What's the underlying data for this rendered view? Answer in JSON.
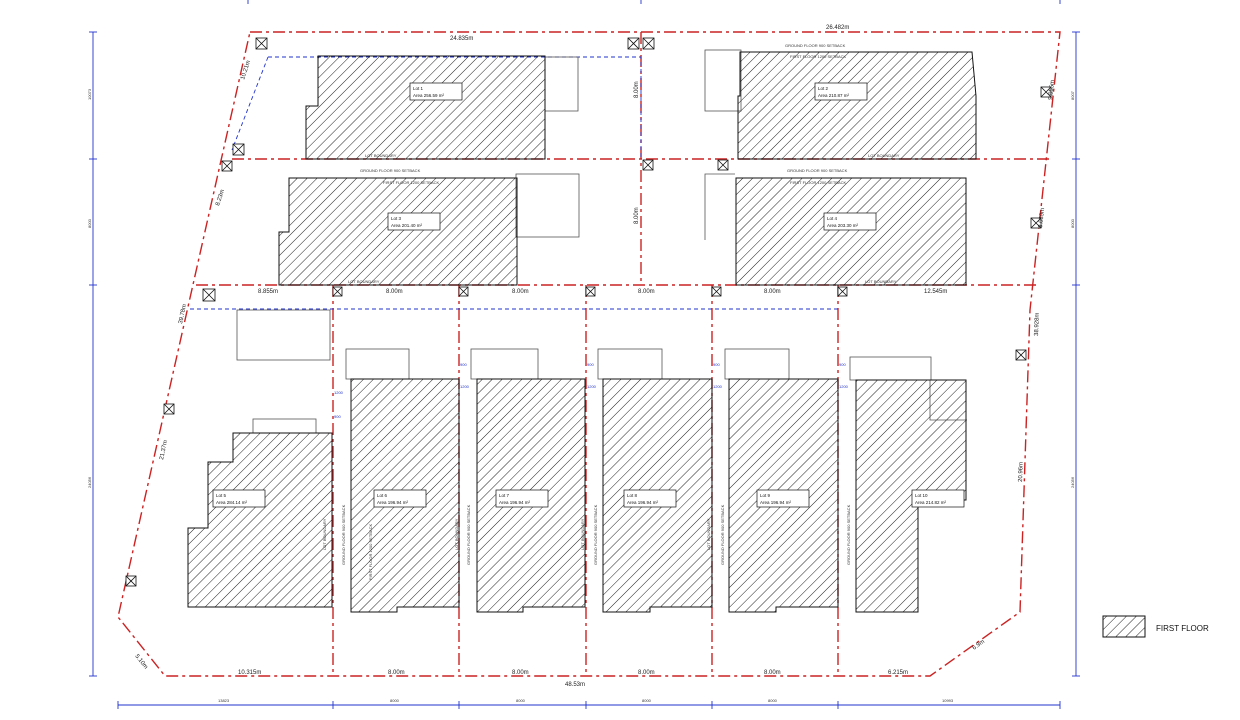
{
  "legend": {
    "label": "FIRST FLOOR"
  },
  "dims": {
    "top_left": "24.835m",
    "top_right": "26.482m",
    "mid_row_right": "12.545m",
    "mid_row_left": "8.855m",
    "mid_row_1": "8.00m",
    "mid_row_2": "8.00m",
    "mid_row_3": "8.00m",
    "mid_row_4": "8.00m",
    "bottom_left": "10.315m",
    "bottom_1": "8.00m",
    "bottom_2": "8.00m",
    "bottom_3": "8.00m",
    "bottom_4": "8.00m",
    "bottom_right": "6.215m",
    "overall_bottom": "48.53m",
    "center_upper": "8.00m",
    "center_lower": "8.00m",
    "left_edge_1": "10.21m",
    "left_edge_2": "8.23m",
    "left_edge_3": "39.78m",
    "left_edge_4": "21.37m",
    "left_corner": "5.10m",
    "right_edge_1": "9.955m",
    "right_edge_2": "8.039m",
    "right_edge_3": "38.928m",
    "right_edge_4": "20.96m",
    "right_corner": "6.9m",
    "left_run_1": "10073",
    "left_run_2": "8000",
    "left_run_3": "24056",
    "right_run_1": "8007",
    "right_run_2": "8000",
    "right_run_3": "24056",
    "base_1": "13823",
    "base_2": "8000",
    "base_3": "8000",
    "base_4": "8000",
    "base_5": "8000",
    "base_6": "10993"
  },
  "units": {
    "top_left": {
      "lot": "Lot 1",
      "area": "Area 256.59 m²"
    },
    "top_right": {
      "lot": "Lot 2",
      "area": "Area 210.87 m²"
    },
    "mid_left": {
      "lot": "Lot 3",
      "area": "Area 201.40 m²"
    },
    "mid_right": {
      "lot": "Lot 4",
      "area": "Area 203.30 m²"
    },
    "row_1": {
      "lot": "Lot 5",
      "area": "Area 284.14 m²"
    },
    "row_2": {
      "lot": "Lot 6",
      "area": "Area 196.94 m²"
    },
    "row_3": {
      "lot": "Lot 7",
      "area": "Area 196.94 m²"
    },
    "row_4": {
      "lot": "Lot 8",
      "area": "Area 196.94 m²"
    },
    "row_5": {
      "lot": "Lot 9",
      "area": "Area 196.94 m²"
    },
    "row_6": {
      "lot": "Lot 10",
      "area": "Area 214.82 m²"
    }
  },
  "notes": {
    "gf_setback": "GROUND FLOOR 900 SETBACK",
    "ff_setback": "FIRST FLOOR 1200 SETBACK",
    "gf_setback_v": "GROUND FLOOR 900 SETBACK",
    "ff_setback_v": "FIRST FLOOR 1200 SETBACK",
    "boundary": "LOT BOUNDARY"
  },
  "setbacks": {
    "s1": "1200",
    "s2": "900"
  }
}
